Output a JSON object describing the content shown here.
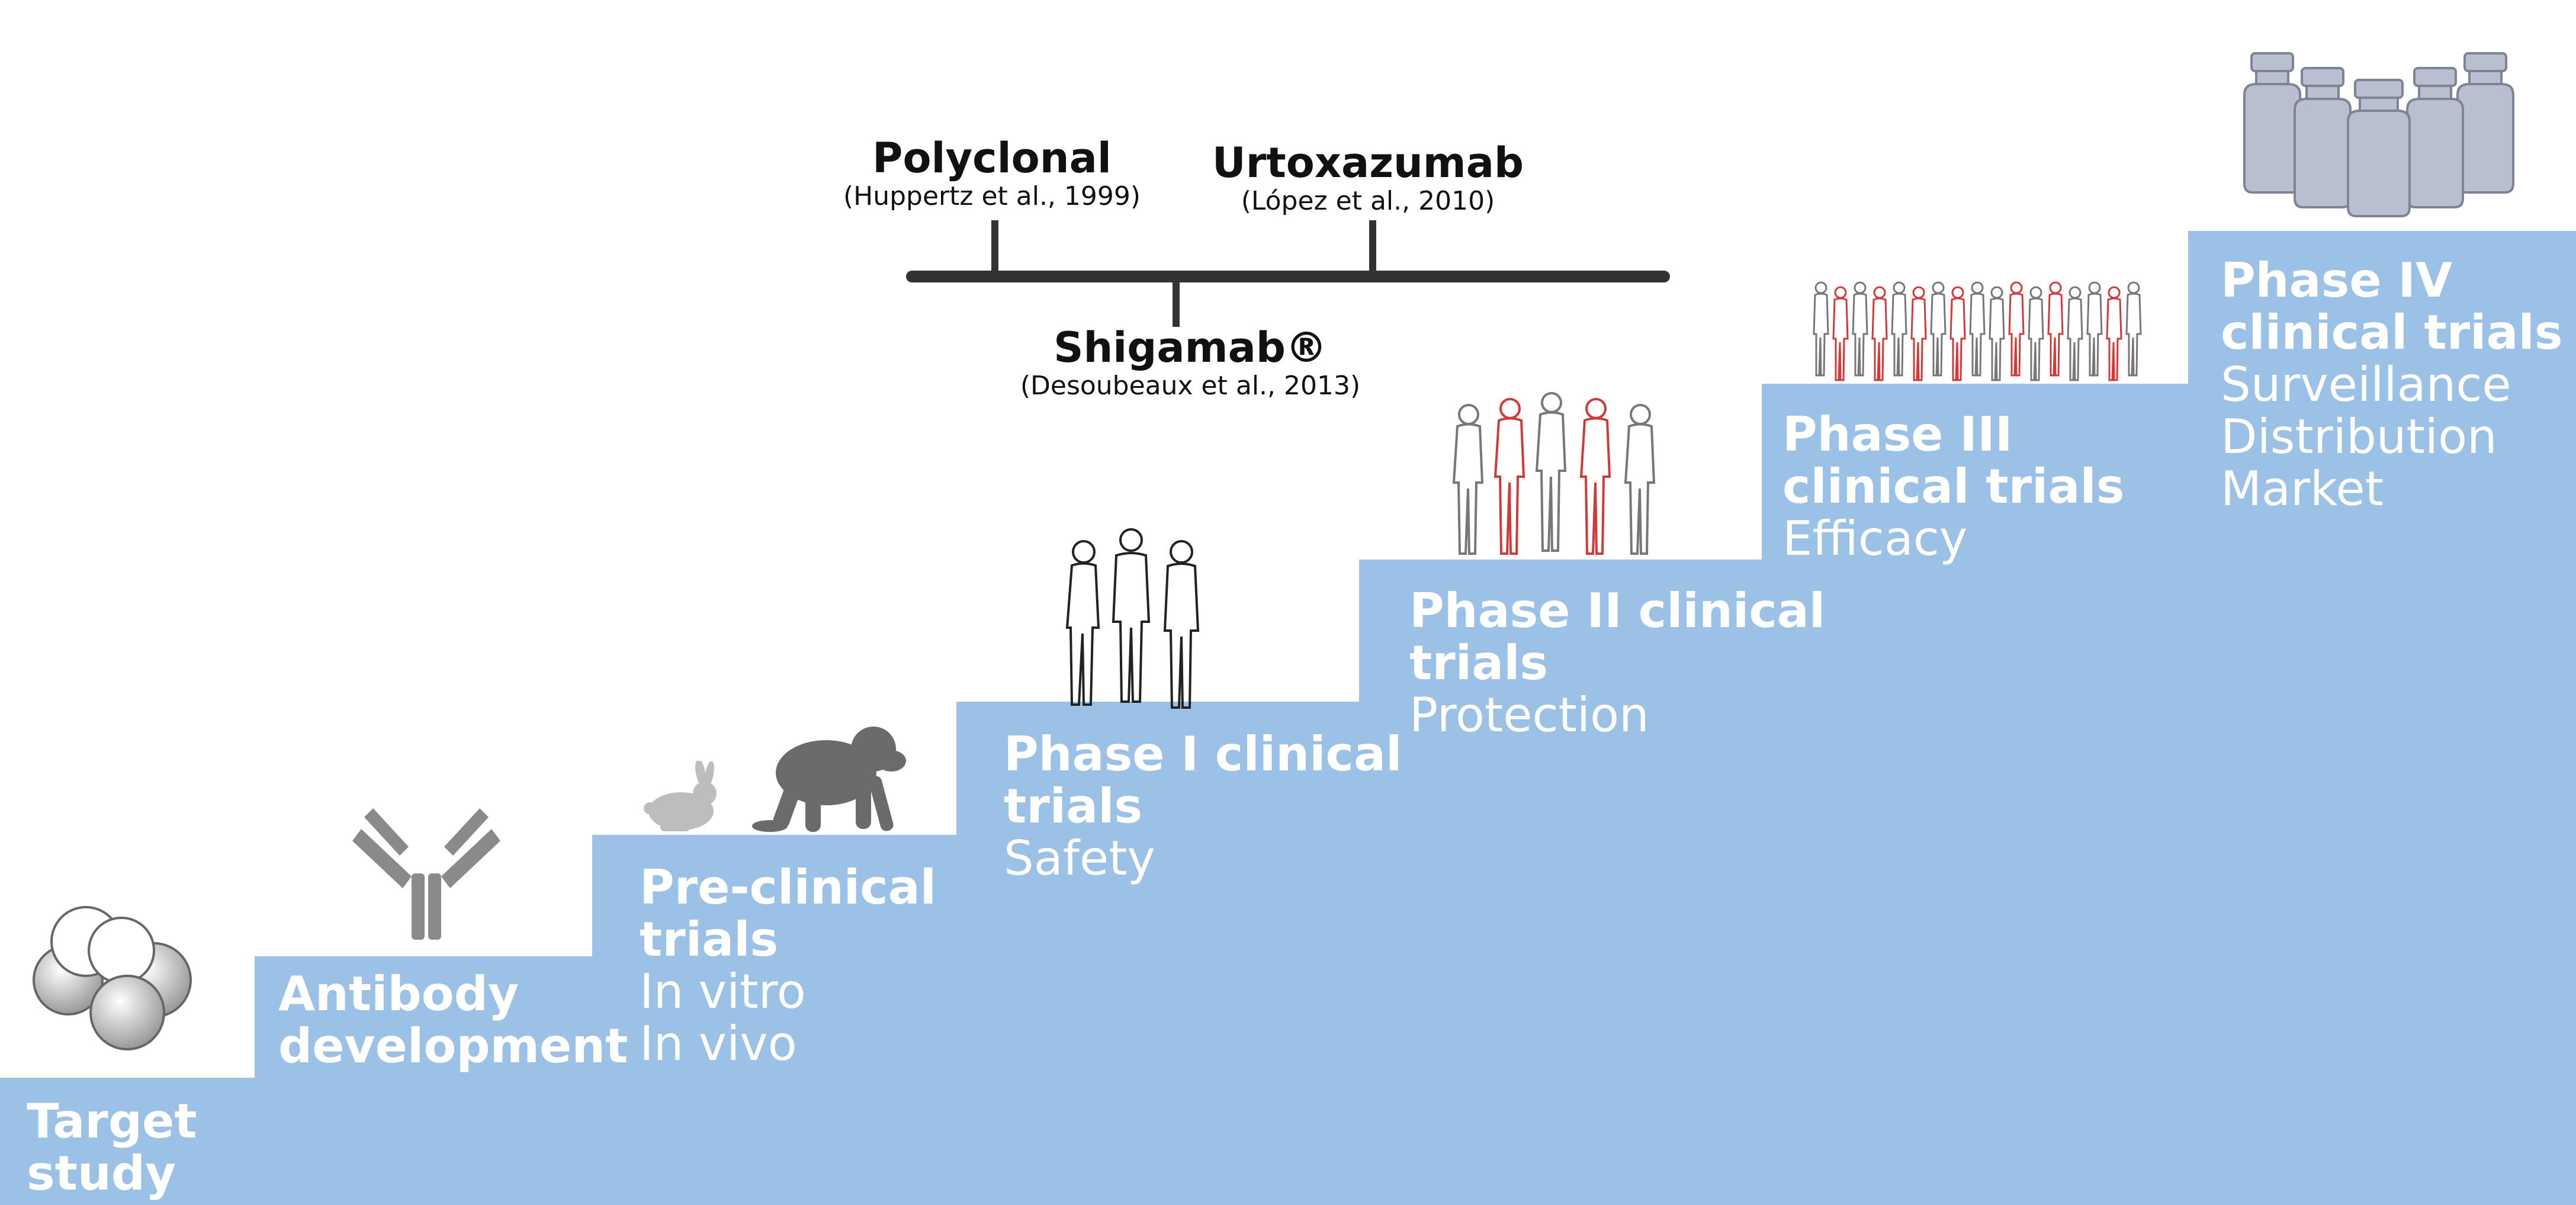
{
  "colors": {
    "step": "#9cc1e6",
    "line": "#333333",
    "red": "#d23a3a",
    "gray": "#777777"
  },
  "stages": [
    {
      "title_lines": [
        "Target",
        "study"
      ],
      "subs": []
    },
    {
      "title_lines": [
        "Antibody",
        "development"
      ],
      "subs": []
    },
    {
      "title_lines": [
        "Pre-clinical",
        "trials"
      ],
      "subs": [
        "In vitro",
        "In vivo"
      ]
    },
    {
      "title_lines": [
        "Phase I clinical",
        "trials"
      ],
      "subs": [
        "Safety"
      ]
    },
    {
      "title_lines": [
        "Phase II clinical",
        "trials"
      ],
      "subs": [
        "Protection"
      ]
    },
    {
      "title_lines": [
        "Phase III",
        "clinical trials"
      ],
      "subs": [
        "Efficacy"
      ]
    },
    {
      "title_lines": [
        "Phase IV",
        "clinical trials"
      ],
      "subs": [
        "Surveillance",
        "Distribution",
        "Market"
      ]
    }
  ],
  "timeline": {
    "items": [
      {
        "name": "Polyclonal",
        "cite": "(Huppertz et al., 1999)"
      },
      {
        "name": "Shigamab®",
        "cite": "(Desoubeaux et al., 2013)"
      },
      {
        "name": "Urtoxazumab",
        "cite": "(López et al., 2010)"
      }
    ]
  },
  "icons": [
    "cell-cluster-icon",
    "antibody-icon",
    "rabbit-icon",
    "chimpanzee-icon",
    "people-small-group-icon",
    "people-medium-group-icon",
    "people-large-group-icon",
    "vials-icon"
  ]
}
